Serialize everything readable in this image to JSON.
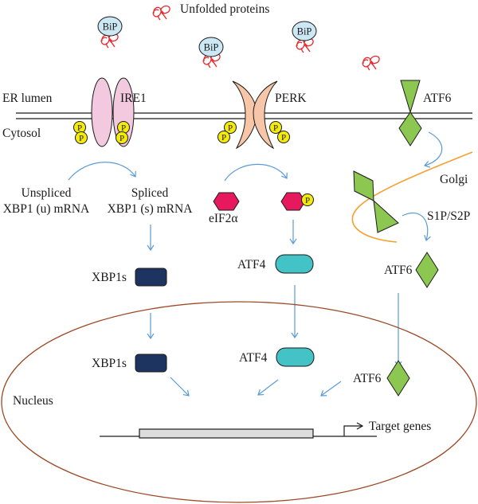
{
  "title": "Unfolded protein response signaling pathways",
  "labels": {
    "unfolded_proteins": "Unfolded proteins",
    "er_lumen": "ER lumen",
    "cytosol": "Cytosol",
    "ire1": "IRE1",
    "perk": "PERK",
    "atf6": "ATF6",
    "golgi": "Golgi",
    "s1p_s2p": "S1P/S2P",
    "unspliced_line1": "Unspliced",
    "unspliced_line2": "XBP1 (u) mRNA",
    "spliced_line1": "Spliced",
    "spliced_line2": "XBP1 (s) mRNA",
    "eif2a": "eIF2α",
    "xbp1s_cytosol": "XBP1s",
    "xbp1s_nucleus": "XBP1s",
    "atf4_cytosol": "ATF4",
    "atf4_nucleus": "ATF4",
    "atf6_cleaved": "ATF6",
    "atf6_nucleus": "ATF6",
    "nucleus": "Nucleus",
    "target_genes": "Target genes",
    "bip": "BiP",
    "phospho": "P"
  },
  "colors": {
    "unfolded_protein": "#e8262c",
    "bip_fill": "#cce8f4",
    "ire1_fill": "#f2c9df",
    "perk_fill": "#f7c6a8",
    "phospho_fill": "#f4ea0c",
    "atf6_fill": "#8cc751",
    "eif2a_fill": "#e6195e",
    "xbp1s_fill": "#1d3461",
    "atf4_fill": "#44c3c6",
    "arrow": "#5b9bd5",
    "golgi_line": "#f5a030",
    "nucleus_line": "#9c4a26",
    "gene_box_fill": "#dddddd"
  }
}
